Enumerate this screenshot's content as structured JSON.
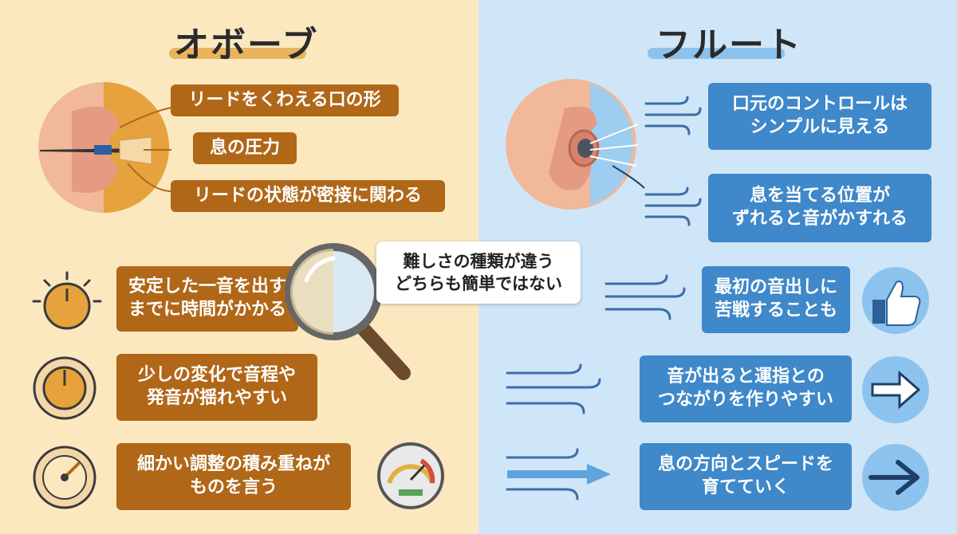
{
  "left": {
    "title": "オボーブ",
    "mouth_labels": [
      "リードをくわえる口の形",
      "息の圧力",
      "リードの状態が密接に関わる"
    ],
    "items": [
      {
        "text": "安定した一音を出す\nまでに時間がかかる",
        "icon": "knob-icon"
      },
      {
        "text": "少しの変化で音程や\n発音が揺れやすい",
        "icon": "dial-icon"
      },
      {
        "text": "細かい調整の積み重ねが\nものを言う",
        "icon": "gauge-icon"
      }
    ]
  },
  "right": {
    "title": "フルート",
    "mouth_labels": [
      "口元のコントロールは\nシンプルに見える",
      "息を当てる位置が\nずれると音がかすれる"
    ],
    "items": [
      {
        "text": "最初の音出しに\n苦戦することも",
        "icon": "thumbs-up-icon"
      },
      {
        "text": "音が出ると運指との\nつながりを作りやすい",
        "icon": "arrow-right-icon"
      },
      {
        "text": "息の方向とスピードを\n育てていく",
        "icon": "arrow-right-icon"
      }
    ]
  },
  "center": {
    "callout": "難しさの種類が違う\nどちらも簡単ではない"
  },
  "colors": {
    "left_bg": "#fbe8bf",
    "right_bg": "#cfe6f8",
    "brown": "#b06718",
    "blue": "#3f88c9"
  }
}
